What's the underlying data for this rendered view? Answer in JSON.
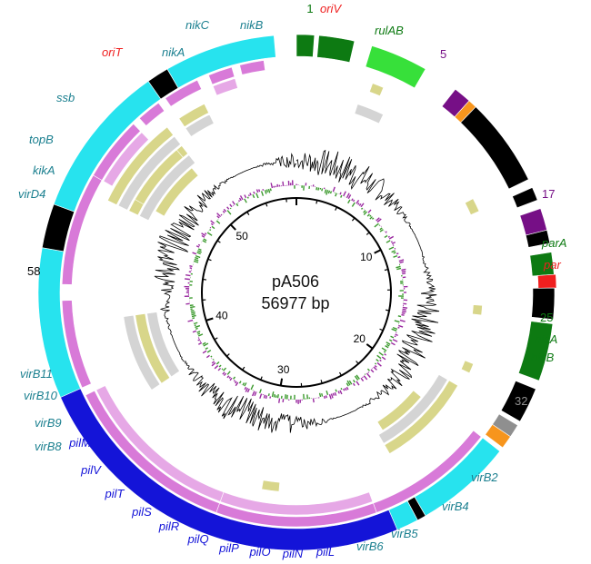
{
  "plasmid": {
    "name": "pA506",
    "size_label": "56977 bp",
    "length_bp": 56977
  },
  "colors": {
    "cyan": "#27e3ee",
    "blue": "#1414d8",
    "black": "#000000",
    "dark_green": "#0d7a12",
    "light_green": "#37e03a",
    "purple": "#760f86",
    "red": "#ef1f1f",
    "orange": "#f7951d",
    "grey": "#8f8f8f",
    "pink": "#d87ad8",
    "olive": "#d8d68a",
    "light_grey": "#d4d4d4",
    "gc_pos": "#3c9a2e",
    "gc_neg": "#9a2aa0"
  },
  "scale_ticks": [
    {
      "kb": 10,
      "label": "10"
    },
    {
      "kb": 20,
      "label": "20"
    },
    {
      "kb": 30,
      "label": "30"
    },
    {
      "kb": 40,
      "label": "40"
    },
    {
      "kb": 50,
      "label": "50"
    }
  ],
  "gene_labels": [
    {
      "text": "1",
      "color": "#0d7a12",
      "italic": false
    },
    {
      "text": "oriV",
      "color": "#ef1f1f",
      "italic": true
    },
    {
      "text": "rulAB",
      "color": "#0d7a12",
      "italic": true
    },
    {
      "text": "5",
      "color": "#760f86",
      "italic": false
    },
    {
      "text": "17",
      "color": "#760f86",
      "italic": false
    },
    {
      "text": "parA",
      "color": "#0d7a12",
      "italic": true
    },
    {
      "text": "par",
      "color": "#ef1f1f",
      "italic": true
    },
    {
      "text": "25",
      "color": "#0d7a12",
      "italic": false
    },
    {
      "text": "hicA",
      "color": "#0d7a12",
      "italic": true
    },
    {
      "text": "hicB",
      "color": "#0d7a12",
      "italic": true
    },
    {
      "text": "32",
      "color": "#8f8f8f",
      "italic": false
    },
    {
      "text": "virB2",
      "color": "#1a7f8f",
      "italic": true
    },
    {
      "text": "virB4",
      "color": "#1a7f8f",
      "italic": true
    },
    {
      "text": "virB5",
      "color": "#1a7f8f",
      "italic": true
    },
    {
      "text": "virB6",
      "color": "#1a7f8f",
      "italic": true
    },
    {
      "text": "pilL",
      "color": "#1414d8",
      "italic": true
    },
    {
      "text": "pilN",
      "color": "#1414d8",
      "italic": true
    },
    {
      "text": "pilO",
      "color": "#1414d8",
      "italic": true
    },
    {
      "text": "pilP",
      "color": "#1414d8",
      "italic": true
    },
    {
      "text": "pilQ",
      "color": "#1414d8",
      "italic": true
    },
    {
      "text": "pilR",
      "color": "#1414d8",
      "italic": true
    },
    {
      "text": "pilS",
      "color": "#1414d8",
      "italic": true
    },
    {
      "text": "pilT",
      "color": "#1414d8",
      "italic": true
    },
    {
      "text": "pilV",
      "color": "#1414d8",
      "italic": true
    },
    {
      "text": "pilM",
      "color": "#1414d8",
      "italic": true
    },
    {
      "text": "virB8",
      "color": "#1a7f8f",
      "italic": true
    },
    {
      "text": "virB9",
      "color": "#1a7f8f",
      "italic": true
    },
    {
      "text": "virB10",
      "color": "#1a7f8f",
      "italic": true
    },
    {
      "text": "virB11",
      "color": "#1a7f8f",
      "italic": true
    },
    {
      "text": "58",
      "color": "#000000",
      "italic": false
    },
    {
      "text": "virD4",
      "color": "#1a7f8f",
      "italic": true
    },
    {
      "text": "kikA",
      "color": "#1a7f8f",
      "italic": true
    },
    {
      "text": "topB",
      "color": "#1a7f8f",
      "italic": true
    },
    {
      "text": "ssb",
      "color": "#1a7f8f",
      "italic": true
    },
    {
      "text": "oriT",
      "color": "#ef1f1f",
      "italic": true
    },
    {
      "text": "nikA",
      "color": "#1a7f8f",
      "italic": true
    },
    {
      "text": "nikC",
      "color": "#1a7f8f",
      "italic": true
    },
    {
      "text": "nikB",
      "color": "#1a7f8f",
      "italic": true
    }
  ],
  "gene_blocks": [
    {
      "start_deg": 0,
      "end_deg": 4,
      "color": "dark_green"
    },
    {
      "start_deg": 5,
      "end_deg": 13,
      "color": "dark_green"
    },
    {
      "start_deg": 17,
      "end_deg": 30,
      "color": "light_green"
    },
    {
      "start_deg": 38,
      "end_deg": 42,
      "color": "purple"
    },
    {
      "start_deg": 42,
      "end_deg": 44,
      "color": "orange"
    },
    {
      "start_deg": 44,
      "end_deg": 64,
      "color": "black"
    },
    {
      "start_deg": 66,
      "end_deg": 69,
      "color": "black"
    },
    {
      "start_deg": 71,
      "end_deg": 76,
      "color": "purple"
    },
    {
      "start_deg": 76,
      "end_deg": 79,
      "color": "black"
    },
    {
      "start_deg": 81,
      "end_deg": 86,
      "color": "dark_green"
    },
    {
      "start_deg": 86,
      "end_deg": 89,
      "color": "red"
    },
    {
      "start_deg": 89,
      "end_deg": 96,
      "color": "black"
    },
    {
      "start_deg": 97,
      "end_deg": 110,
      "color": "dark_green"
    },
    {
      "start_deg": 112,
      "end_deg": 120,
      "color": "black"
    },
    {
      "start_deg": 121,
      "end_deg": 124,
      "color": "grey"
    },
    {
      "start_deg": 124,
      "end_deg": 127,
      "color": "orange"
    },
    {
      "start_deg": 128,
      "end_deg": 150,
      "color": "cyan"
    },
    {
      "start_deg": 150,
      "end_deg": 152,
      "color": "black"
    },
    {
      "start_deg": 152,
      "end_deg": 157,
      "color": "cyan"
    },
    {
      "start_deg": 157,
      "end_deg": 246,
      "color": "blue"
    },
    {
      "start_deg": 246,
      "end_deg": 280,
      "color": "cyan"
    },
    {
      "start_deg": 280,
      "end_deg": 290,
      "color": "black"
    },
    {
      "start_deg": 290,
      "end_deg": 325,
      "color": "cyan"
    },
    {
      "start_deg": 325,
      "end_deg": 330,
      "color": "black"
    },
    {
      "start_deg": 330,
      "end_deg": 355,
      "color": "cyan"
    }
  ]
}
